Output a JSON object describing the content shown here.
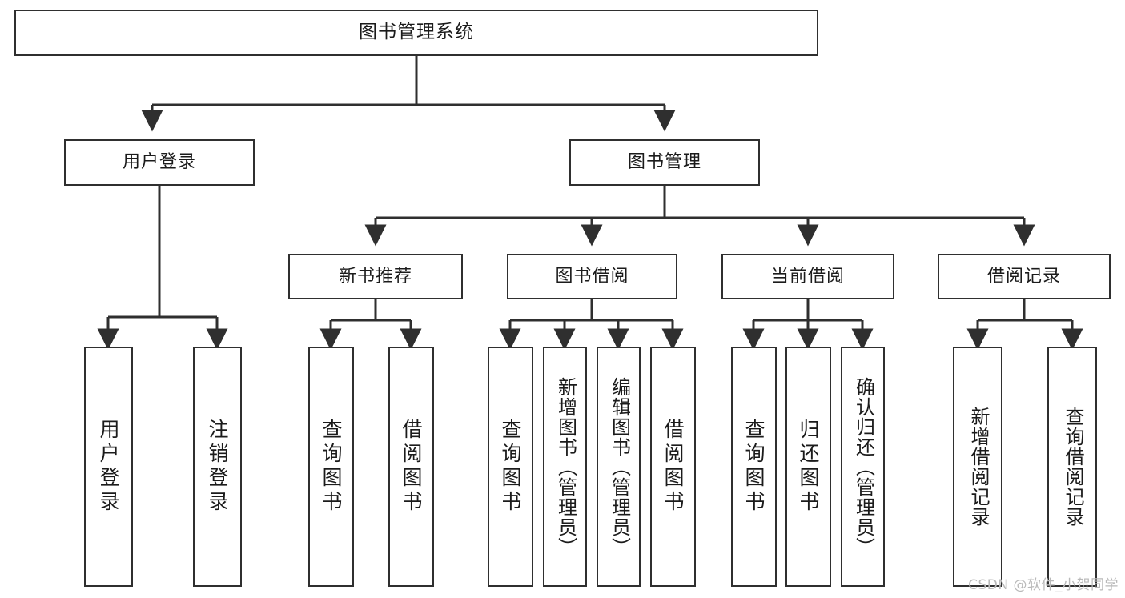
{
  "diagram": {
    "title": "图书管理系统",
    "type": "tree-hierarchy-chart",
    "root": {
      "label": "图书管理系统"
    },
    "level1": [
      {
        "label": "用户登录"
      },
      {
        "label": "图书管理"
      }
    ],
    "level2": [
      {
        "label": "新书推荐"
      },
      {
        "label": "图书借阅"
      },
      {
        "label": "当前借阅"
      },
      {
        "label": "借阅记录"
      }
    ],
    "leaves": [
      {
        "label": "用户登录"
      },
      {
        "label": "注销登录"
      },
      {
        "label": "查询图书"
      },
      {
        "label": "借阅图书"
      },
      {
        "label": "查询图书"
      },
      {
        "label": "新增图书（管理员）"
      },
      {
        "label": "编辑图书（管理员）"
      },
      {
        "label": "借阅图书"
      },
      {
        "label": "查询图书"
      },
      {
        "label": "归还图书"
      },
      {
        "label": "确认归还（管理员）"
      },
      {
        "label": "新增借阅记录"
      },
      {
        "label": "查询借阅记录"
      }
    ]
  },
  "watermark": {
    "text": "CSDN @软件_小贺同学"
  },
  "colors": {
    "border": "#2f2f2f",
    "background": "#ffffff",
    "text": "#1b1b1b",
    "watermark": "#b9b9b9"
  }
}
